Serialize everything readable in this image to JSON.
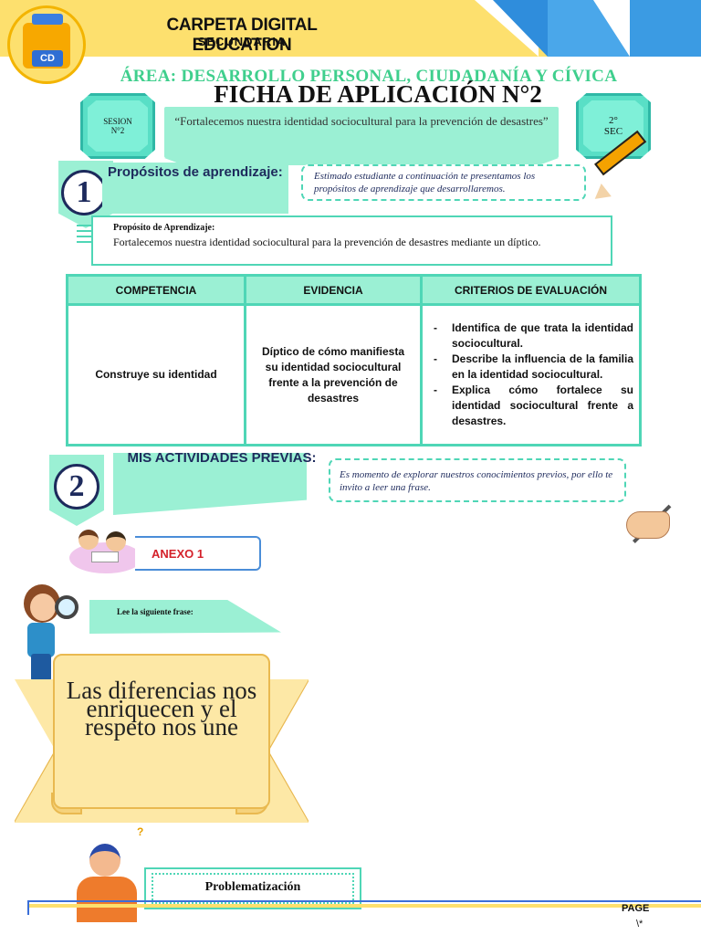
{
  "header": {
    "title": "CARPETA DIGITAL EDUCATION",
    "subtitle": "SECUNDARIA",
    "logo_text": "CD"
  },
  "area": "ÁREA: DESARROLLO PERSONAL, CIUDADANÍA Y CÍVICA",
  "ficha_title": "FICHA DE APLICACIÓN N°2",
  "session": {
    "left_line1": "SESION",
    "left_line2": "N°2",
    "topic": "“Fortalecemos nuestra identidad sociocultural para la prevención de desastres”",
    "grade_line1": "2°",
    "grade_line2": "SEC"
  },
  "section1": {
    "number": "1",
    "title": "Propósitos   de aprendizaje:",
    "note": "Estimado estudiante a continuación te presentamos los propósitos de aprendizaje que desarrollaremos.",
    "purpose_title": "Propósito de Aprendizaje:",
    "purpose_text": "Fortalecemos nuestra identidad sociocultural para la prevención de desastres mediante un díptico."
  },
  "table": {
    "headers": [
      "COMPETENCIA",
      "EVIDENCIA",
      "CRITERIOS DE EVALUACIÓN"
    ],
    "competencia": "Construye su identidad",
    "evidencia": "Díptico de cómo manifiesta su identidad sociocultural frente a la prevención de desastres",
    "criterios": [
      "Identifica de que trata la identidad sociocultural.",
      "Describe la influencia de la familia en la identidad sociocultural.",
      "Explica cómo fortalece su identidad sociocultural frente a desastres."
    ]
  },
  "section2": {
    "number": "2",
    "title": "MIS ACTIVIDADES PREVIAS:",
    "note": "Es momento de explorar nuestros conocimientos previos, por ello te invito a leer una frase."
  },
  "anexo_label": "ANEXO 1",
  "lee_label": "Lee la siguiente frase:",
  "quote": "Las diferencias nos enriquecen y el respeto nos une",
  "problematizacion": "Problematización",
  "footer": {
    "page_label": "PAGE",
    "page_code": "\\*"
  },
  "colors": {
    "mint": "#9bf0d4",
    "teal_border": "#4fd6b6",
    "header_yellow": "#fde06e",
    "area_green": "#3fcf8d",
    "navy": "#1d2a5c",
    "anexo_red": "#d4212a"
  }
}
